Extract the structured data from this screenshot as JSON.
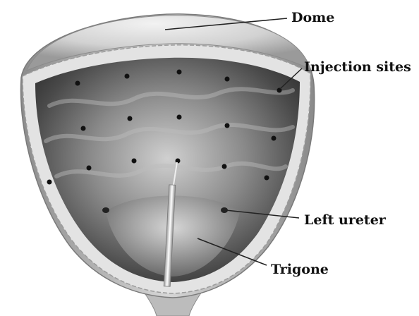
{
  "labels": {
    "dome": "Dome",
    "injection_sites": "Injection sites",
    "left_ureter": "Left ureter",
    "trigone": "Trigone"
  },
  "colors": {
    "outer_shell": "#c9c9c9",
    "wall_stripe": "#dcdcdc",
    "interior_dark": "#3a3a3a",
    "interior_light": "#cfcfcf",
    "injection_dot": "#111111",
    "leader_line": "#222222"
  }
}
